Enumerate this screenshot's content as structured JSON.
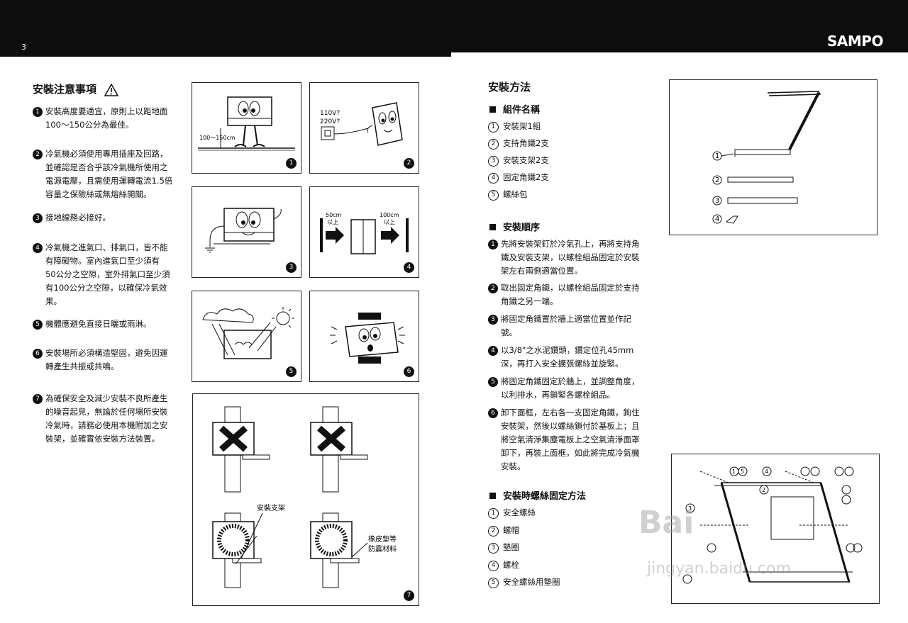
{
  "header": {
    "page_number": "3",
    "brand": "SAMPO"
  },
  "left": {
    "title": "安裝注意事項",
    "items": [
      {
        "num": "1",
        "lines": [
          "安裝高度要適宜，原則上以距地面",
          "100～150公分為最佳。"
        ]
      },
      {
        "num": "2",
        "lines": [
          "冷氣機必須使用專用插座及回路，",
          "並確認是否合乎該冷氣機所使用之",
          "電源電壓，且需使用運轉電流1.5倍",
          "容量之保險絲或無熔絲開關。"
        ]
      },
      {
        "num": "3",
        "lines": [
          "接地線務必接好。"
        ]
      },
      {
        "num": "4",
        "lines": [
          "冷氣機之進氣口、排氣口，皆不能",
          "有障礙物。室內進氣口至少須有",
          "50公分之空隙，室外排氣口至少須",
          "有100公分之空隙，以確保冷氣效",
          "果。"
        ]
      },
      {
        "num": "5",
        "lines": [
          "機體應避免直接日曬或雨淋。"
        ]
      },
      {
        "num": "6",
        "lines": [
          "安裝場所必須構造堅固，避免因運",
          "轉產生共振或共鳴。"
        ]
      },
      {
        "num": "7",
        "lines": [
          "為確保安全及減少安裝不良所產生",
          "的噪音起見，無論於任何場所安裝",
          "冷氣時，請務必使用本機附加之安",
          "裝架，並確實依安裝方法裝置。"
        ]
      }
    ]
  },
  "figures": {
    "fig1": {
      "label": "100～150cm",
      "badge": "1"
    },
    "fig2": {
      "label1": "110V?",
      "label2": "220V?",
      "badge": "2"
    },
    "fig3": {
      "badge": "3"
    },
    "fig4": {
      "label_left": "50cm",
      "label_left2": "以上",
      "label_right": "100cm",
      "label_right2": "以上",
      "badge": "4"
    },
    "fig5": {
      "badge": "5"
    },
    "fig6": {
      "badge": "6"
    },
    "fig7": {
      "label_bracket": "安裝支架",
      "label_rubber1": "橡皮墊等",
      "label_rubber2": "防震材料",
      "badge": "7"
    }
  },
  "right": {
    "title": "安裝方法",
    "parts_heading": "組件名稱",
    "parts": [
      {
        "num": "1",
        "text": "安裝架1組"
      },
      {
        "num": "2",
        "text": "支持角鐵2支"
      },
      {
        "num": "3",
        "text": "安裝支架2支"
      },
      {
        "num": "4",
        "text": "固定角鐵2支"
      },
      {
        "num": "5",
        "text": "螺絲包"
      }
    ],
    "steps_heading": "安裝順序",
    "steps": [
      {
        "num": "1",
        "lines": [
          "先將安裝架釘於冷氣孔上，再將支持角",
          "鐵及安裝支架，以螺栓組品固定於安裝",
          "架左右兩側適當位置。"
        ]
      },
      {
        "num": "2",
        "lines": [
          "取出固定角鐵，以螺栓組品固定於支持",
          "角鐵之另一端。"
        ]
      },
      {
        "num": "3",
        "lines": [
          "將固定角鐵置於牆上適當位置並作記",
          "號。"
        ]
      },
      {
        "num": "4",
        "lines": [
          "以3/8\"之水泥鑽頭，鑽定位孔45mm",
          "深，再打入安全擴張螺絲並旋緊。"
        ]
      },
      {
        "num": "5",
        "lines": [
          "將固定角鐵固定於牆上，並調整角度，",
          "以利排水，再鎖緊各螺栓組品。"
        ]
      },
      {
        "num": "6",
        "lines": [
          "卸下面框，左右各一支固定角鐵，鉤住",
          "安裝架，然後以螺絲鎖付於基板上；且",
          "將空氣清淨集塵電板上之空氣清淨面罩",
          "卸下，再裝上面框，如此將完成冷氣機",
          "安裝。"
        ]
      }
    ],
    "screw_heading": "安裝時螺絲固定方法",
    "screws": [
      {
        "num": "1",
        "text": "安全螺絲"
      },
      {
        "num": "2",
        "text": "螺帽"
      },
      {
        "num": "3",
        "text": "墊圈"
      },
      {
        "num": "4",
        "text": "螺栓"
      },
      {
        "num": "5",
        "text": "安全螺絲用墊圈"
      }
    ]
  },
  "parts_diagram": {
    "labels": [
      "1",
      "2",
      "3",
      "4"
    ]
  },
  "assembly_diagram": {
    "callouts": [
      "1",
      "5",
      "4",
      "2",
      "3"
    ]
  },
  "watermark": {
    "line1": "Bai",
    "line2": "jingyan.baidu.com"
  }
}
